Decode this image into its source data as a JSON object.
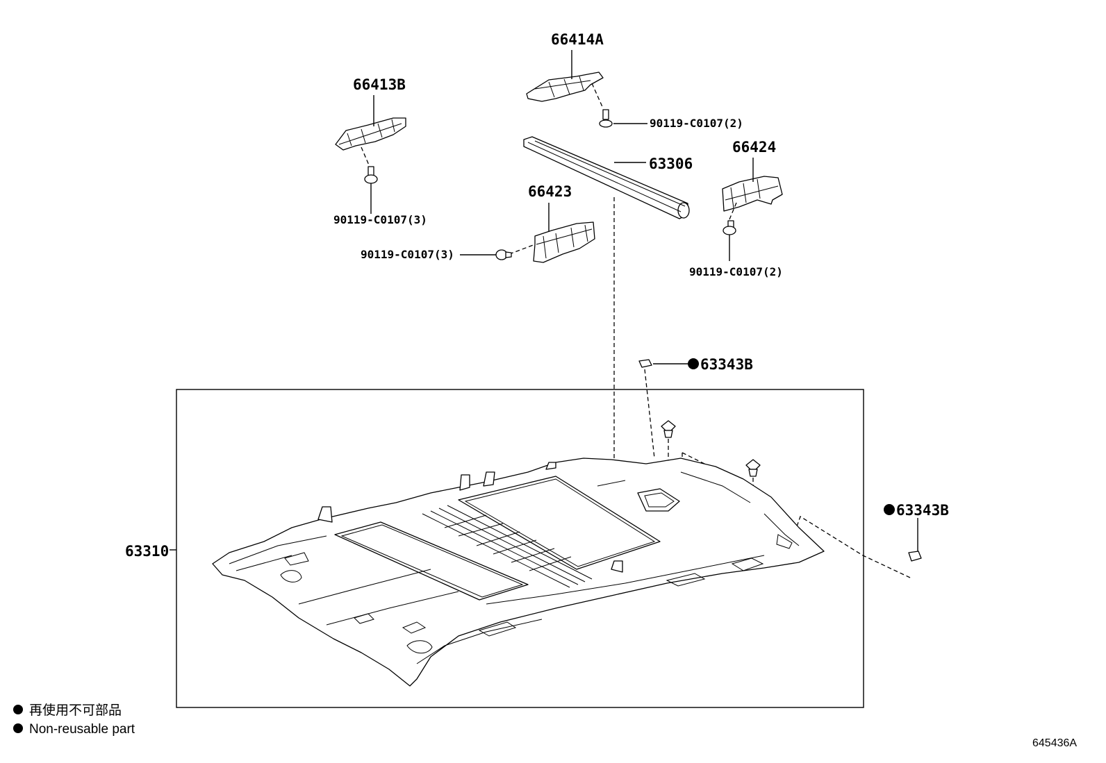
{
  "labels": {
    "p66414A": "66414A",
    "p66413B": "66413B",
    "p66424": "66424",
    "p63306": "63306",
    "p66423": "66423",
    "p63310": "63310",
    "p63343B_top": "63343B",
    "p63343B_right": "63343B"
  },
  "bolts": {
    "b_66414A": "90119-C0107(2)",
    "b_66413B": "90119-C0107(3)",
    "b_66423": "90119-C0107(3)",
    "b_66424": "90119-C0107(2)"
  },
  "legend": {
    "japanese": "再使用不可部品",
    "english": "Non-reusable part"
  },
  "reference_code": "645436A"
}
